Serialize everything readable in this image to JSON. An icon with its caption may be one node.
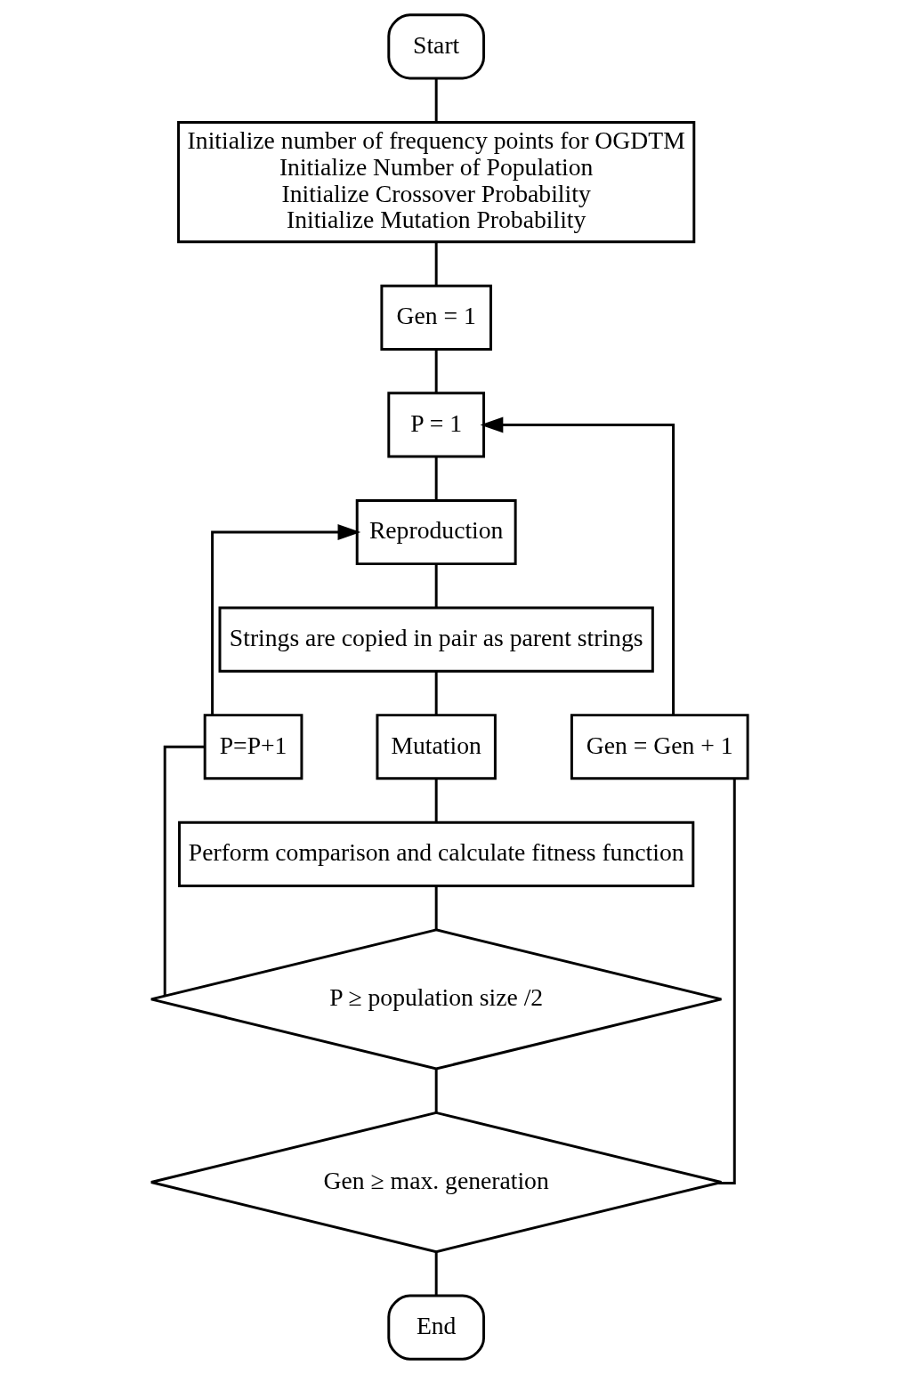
{
  "diagram": {
    "nodes": [
      {
        "text": [
          "Start"
        ]
      },
      {
        "text": [
          "Initialize number of frequency points for OGDTM",
          "Initialize Number of Population",
          "Initialize Crossover Probability",
          "Initialize Mutation Probability"
        ]
      },
      {
        "text": [
          "Gen = 1"
        ]
      },
      {
        "text": [
          "P = 1"
        ]
      },
      {
        "text": [
          "Reproduction"
        ]
      },
      {
        "text": [
          "Strings are copied in pair as parent strings"
        ]
      },
      {
        "text": [
          "Mutation"
        ]
      },
      {
        "text": [
          "Perform comparison and calculate fitness function"
        ]
      },
      {
        "text": [
          "P ≥ population size /2"
        ]
      },
      {
        "text": [
          "Gen ≥ max. generation"
        ]
      },
      {
        "text": [
          "End"
        ]
      },
      {
        "text": [
          "P=P+1"
        ]
      },
      {
        "text": [
          "Gen = Gen + 1"
        ]
      }
    ],
    "edges": [
      {
        "from": 0,
        "to": 1,
        "arrow": "none"
      },
      {
        "from": 1,
        "to": 2,
        "arrow": "none"
      },
      {
        "from": 2,
        "to": 3,
        "arrow": "none"
      },
      {
        "from": 3,
        "to": 4,
        "arrow": "none"
      },
      {
        "from": 4,
        "to": 5,
        "arrow": "none"
      },
      {
        "from": 5,
        "to": 6,
        "arrow": "none"
      },
      {
        "from": 6,
        "to": 7,
        "arrow": "none"
      },
      {
        "from": 7,
        "to": 8,
        "arrow": "none"
      },
      {
        "from": 8,
        "to": 11,
        "arrow": "none"
      },
      {
        "from": 11,
        "to": 4,
        "arrow": "to"
      },
      {
        "from": 8,
        "to": 9,
        "arrow": "none"
      },
      {
        "from": 9,
        "to": 10,
        "arrow": "none"
      },
      {
        "from": 9,
        "to": 12,
        "arrow": "none"
      },
      {
        "from": 12,
        "to": 3,
        "arrow": "to"
      }
    ]
  }
}
